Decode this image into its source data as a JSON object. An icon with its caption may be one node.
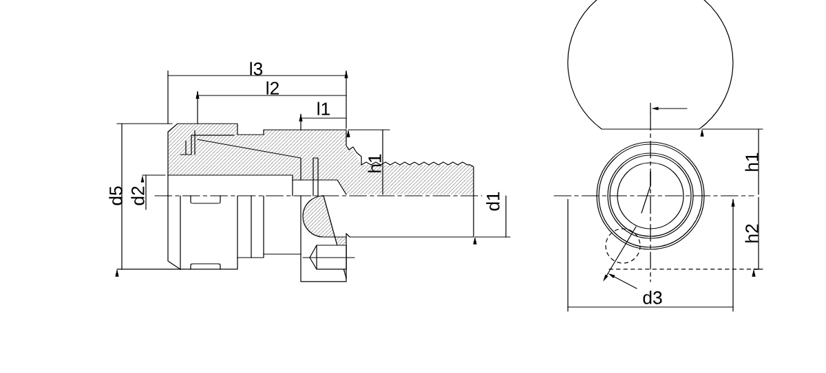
{
  "diagram": {
    "labels": [
      "l3",
      "l2",
      "l1",
      "h1",
      "d5",
      "d2",
      "d1",
      "h1",
      "h2",
      "d3"
    ]
  }
}
